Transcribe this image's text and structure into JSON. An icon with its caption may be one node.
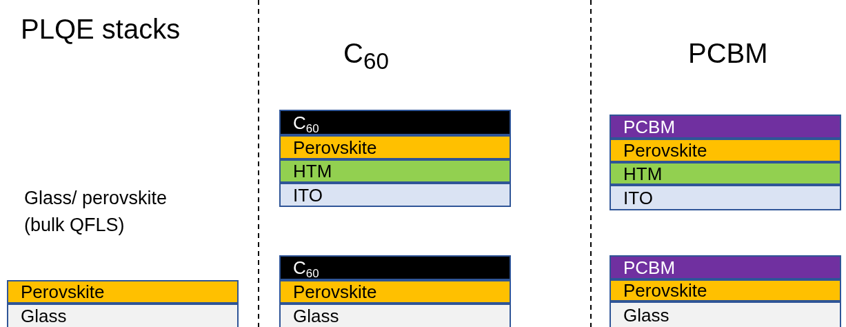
{
  "diagram": {
    "title": "PLQE stacks",
    "nodes": [
      {
        "text": [
          "Perovskite"
        ]
      },
      {
        "text": [
          "Glass"
        ]
      },
      {
        "text": [
          "C$_{60}$"
        ]
      },
      {
        "text": [
          "Perovskite"
        ]
      },
      {
        "text": [
          "HTM"
        ]
      },
      {
        "text": [
          "ITO"
        ]
      },
      {
        "text": [
          "C$_{60}$"
        ]
      },
      {
        "text": [
          "Perovskite"
        ]
      },
      {
        "text": [
          "Glass"
        ]
      },
      {
        "text": [
          "PCBM"
        ]
      },
      {
        "text": [
          "Perovskite"
        ]
      },
      {
        "text": [
          "HTM"
        ]
      },
      {
        "text": [
          "ITO"
        ]
      },
      {
        "text": [
          "PCBM"
        ]
      },
      {
        "text": [
          "Perovskite"
        ]
      },
      {
        "text": [
          "Glass"
        ]
      }
    ],
    "labels": [
      "C$_{60}$",
      "PCBM",
      "Glass/ perovskite (bulk QFLS)"
    ]
  }
}
